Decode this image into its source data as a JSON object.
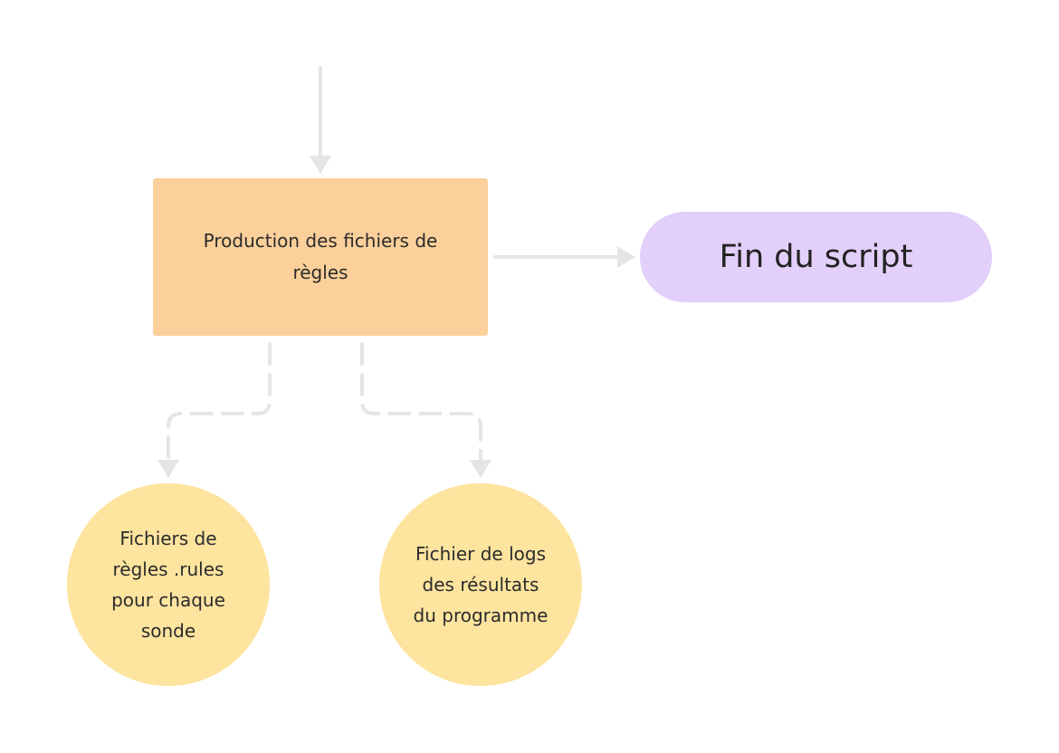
{
  "diagram": {
    "nodes": {
      "production": {
        "label": "Production des fichiers de\nrègles",
        "color": "#fbd09a",
        "shape": "rectangle"
      },
      "end": {
        "label": "Fin du script",
        "color": "#e2cffa",
        "shape": "rounded-terminal"
      },
      "rules_files": {
        "label": "Fichiers de\nrègles .rules\npour chaque\nsonde",
        "color": "#fde49f",
        "shape": "circle"
      },
      "log_file": {
        "label": "Fichier de logs\ndes résultats\ndu programme",
        "color": "#fde49f",
        "shape": "circle"
      }
    },
    "edges": [
      {
        "from": "incoming",
        "to": "production",
        "style": "solid"
      },
      {
        "from": "production",
        "to": "end",
        "style": "solid"
      },
      {
        "from": "production",
        "to": "rules_files",
        "style": "dashed"
      },
      {
        "from": "production",
        "to": "log_file",
        "style": "dashed"
      }
    ],
    "connector_color": "#e5e5e5"
  }
}
